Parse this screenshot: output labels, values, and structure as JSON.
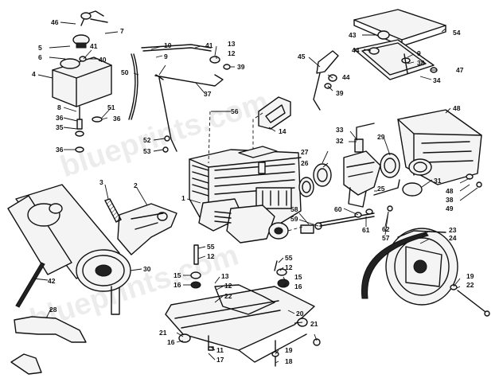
{
  "watermark": "blueprints.com",
  "callouts": {
    "c1": "1",
    "c2": "2",
    "c3": "3",
    "c4": "4",
    "c5": "5",
    "c6": "6",
    "c7": "7",
    "c8": "8",
    "c9": "9",
    "c10": "10",
    "c11": "11",
    "c12": "12",
    "c13": "13",
    "c14": "14",
    "c15": "15",
    "c16": "16",
    "c17": "17",
    "c18": "18",
    "c19": "19",
    "c20": "20",
    "c21": "21",
    "c22": "22",
    "c23": "23",
    "c24": "24",
    "c25": "25",
    "c26": "26",
    "c27": "27",
    "c28": "28",
    "c29": "29",
    "c30": "30",
    "c31": "31",
    "c32": "32",
    "c33": "33",
    "c34": "34",
    "c35": "35",
    "c36": "36",
    "c37": "37",
    "c38": "38",
    "c39": "39",
    "c40": "40",
    "c41": "41",
    "c42": "42",
    "c43": "43",
    "c44": "44",
    "c45": "45",
    "c46": "46",
    "c47": "47",
    "c48": "48",
    "c49": "49",
    "c50": "50",
    "c51": "51",
    "c52": "52",
    "c53": "53",
    "c54": "54",
    "c55": "55",
    "c56": "56",
    "c57": "57",
    "c58": "58",
    "c59": "59",
    "c60": "60",
    "c61": "61",
    "c62": "62"
  }
}
